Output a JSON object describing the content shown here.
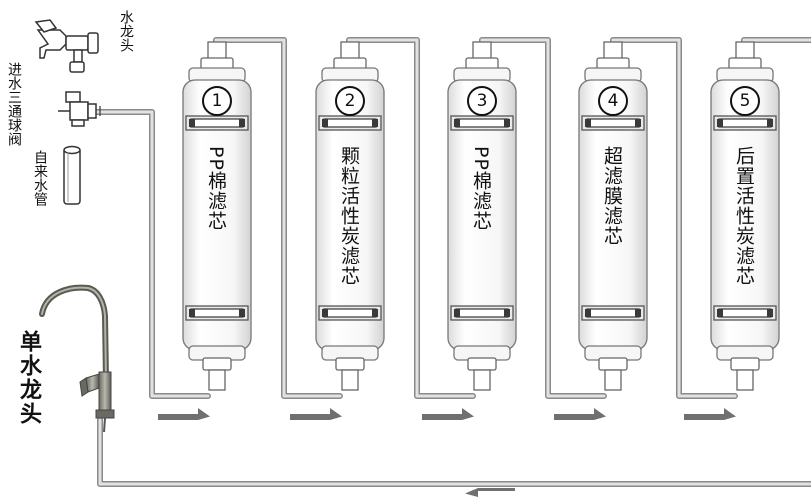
{
  "labels": {
    "tap": "水龙头",
    "three_way_valve": "进水三通球阀",
    "tap_water_pipe": "自来水管",
    "single_faucet": "单水龙头"
  },
  "filters": [
    {
      "number": "①",
      "name": "PP棉滤芯"
    },
    {
      "number": "②",
      "name": "颗粒活性炭滤芯"
    },
    {
      "number": "③",
      "name": "PP棉滤芯"
    },
    {
      "number": "④",
      "name": "超滤膜滤芯"
    },
    {
      "number": "⑤",
      "name": "后置活性炭滤芯"
    }
  ],
  "colors": {
    "pipe": "#c8c8c8",
    "pipe_border": "#8a8a8a",
    "arrow": "#707070",
    "filter_body": "#f4f4f4",
    "filter_band": "#3a3a3a"
  }
}
